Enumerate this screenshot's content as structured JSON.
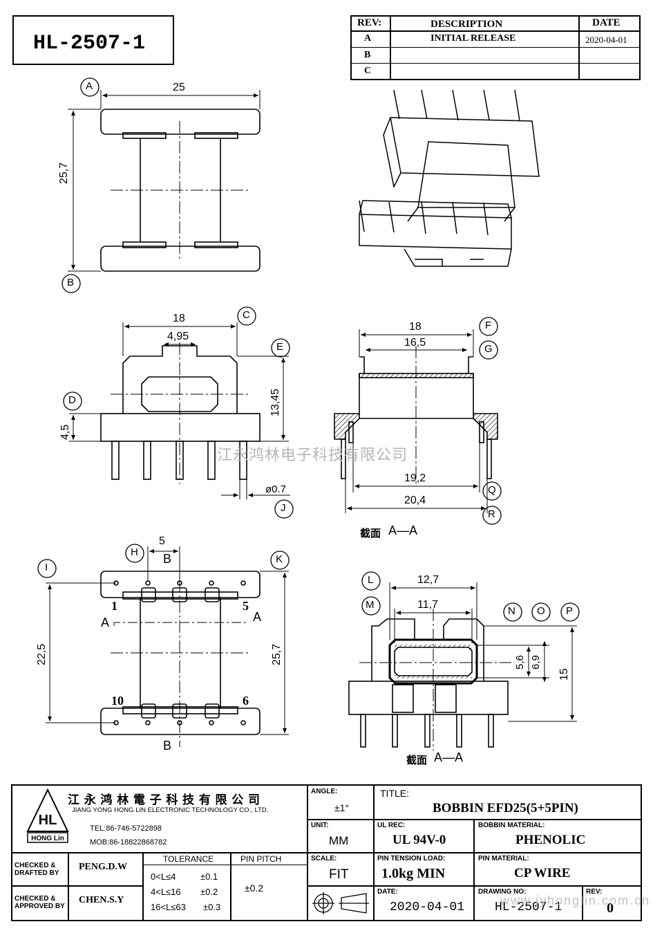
{
  "part_number": "HL-2507-1",
  "revision_table": {
    "headers": {
      "rev": "REV:",
      "description": "DESCRIPTION",
      "date": "DATE"
    },
    "rows": [
      {
        "rev": "A",
        "description": "INITIAL  RELEASE",
        "date": "2020-04-01"
      },
      {
        "rev": "B",
        "description": "",
        "date": ""
      },
      {
        "rev": "C",
        "description": "",
        "date": ""
      }
    ]
  },
  "drawing": {
    "view1": {
      "dim_width": "25",
      "dim_height": "25,7",
      "callout_top": "A",
      "callout_bottom": "B"
    },
    "view2": {
      "dim_width": "18",
      "dim_center": "4,95",
      "dim_height": "13,45",
      "dim_base": "4,5",
      "dim_pin": "ø0.7",
      "callouts": [
        "C",
        "D",
        "E",
        "J"
      ]
    },
    "view3": {
      "dim_outer": "18",
      "dim_inner": "16,5",
      "dim_lower_inner": "19,2",
      "dim_lower_outer": "20,4",
      "callouts": [
        "F",
        "G",
        "Q",
        "R"
      ],
      "section_label": "截面",
      "section_name": "A—A"
    },
    "view4": {
      "dim_pitch": "5",
      "dim_pin_span": "22,5",
      "dim_total": "25,7",
      "pin_labels": [
        "1",
        "5",
        "10",
        "6"
      ],
      "callouts": [
        "H",
        "I",
        "K"
      ],
      "section_a": "A",
      "section_b": "B"
    },
    "view5": {
      "dim_outer": "12,7",
      "dim_inner": "11,7",
      "dim_a": "5,6",
      "dim_b": "6,9",
      "dim_c": "15",
      "callouts": [
        "L",
        "M",
        "N",
        "O",
        "P"
      ],
      "section_label": "截面",
      "section_name": "A—A"
    },
    "watermark": "江永鸿林电子科技有限公司"
  },
  "title_block": {
    "company_cn": "江 永 鸿 林 電 子 科 技 有 限 公 司",
    "company_en": "JIANG YONG HONG LIN ELECTRONIC TECHNOLOGY CO., LTD.",
    "logo_text": "HL",
    "logo_sub": "HONG Lin",
    "tel": "TEL:86-746-5722898",
    "mob": "MOB:86-18822868782",
    "angle_label": "ANGLE:",
    "angle_value": "±1°",
    "title_label": "TITLE:",
    "title_value": "BOBBIN   EFD25(5+5PIN)",
    "unit_label": "UNIT:",
    "unit_value": "MM",
    "ul_label": "UL REC:",
    "ul_value": "UL 94V-0",
    "material_label": "BOBBIN MATERIAL:",
    "material_value": "PHENOLIC",
    "checked_drafted_label": "CHECKED &\nDRAFTED BY",
    "checked_drafted_value": "PENG.D.W",
    "checked_approved_label": "CHECKED &\nAPPROVED BY",
    "checked_approved_value": "CHEN.S.Y",
    "tolerance_label": "TOLERANCE",
    "tolerance_rows": [
      {
        "range": "0<L≤4",
        "value": "±0.1"
      },
      {
        "range": "4<L≤16",
        "value": "±0.2"
      },
      {
        "range": "16<L≤63",
        "value": "±0.3"
      }
    ],
    "pin_pitch_label": "PIN PITCH",
    "pin_pitch_value": "±0.2",
    "scale_label": "SCALE:",
    "scale_value": "FIT",
    "pin_tension_label": "PIN TENSION LOAD:",
    "pin_tension_value": "1.0kg MIN",
    "pin_material_label": "PIN MATERIAL:",
    "pin_material_value": "CP WIRE",
    "date_label": "DATE:",
    "date_value": "2020-04-01",
    "drawing_no_label": "DRAWING NO:",
    "drawing_no_value": "HL-2507-1",
    "rev_label": "REV:",
    "rev_value": "0",
    "website_watermark": "www.jyhonglin.com.cn"
  }
}
